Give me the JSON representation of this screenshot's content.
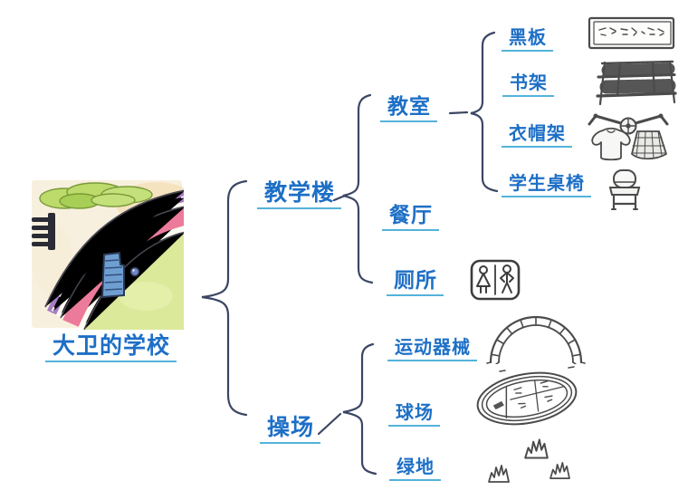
{
  "tree": {
    "root": {
      "label": "大卫的学校"
    },
    "branches": [
      {
        "label": "教学楼",
        "children": [
          {
            "label": "教室",
            "children": [
              {
                "label": "黑板"
              },
              {
                "label": "书架"
              },
              {
                "label": "衣帽架"
              },
              {
                "label": "学生桌椅"
              }
            ]
          },
          {
            "label": "餐厅"
          },
          {
            "label": "厕所"
          }
        ]
      },
      {
        "label": "操场",
        "children": [
          {
            "label": "运动器械"
          },
          {
            "label": "球场"
          },
          {
            "label": "绿地"
          }
        ]
      }
    ]
  },
  "icons": {
    "root_image": "school-track-watercolor",
    "blackboard": "blackboard-sketch",
    "bookshelf": "bookshelf-sketch",
    "coat_rack": "coat-rack-sketch",
    "desk_chair": "chair-sketch",
    "toilet": "toilet-sign-sketch",
    "equipment": "arch-climber-sketch",
    "court": "oval-courts-sketch",
    "green": "grass-tufts-sketch"
  },
  "colors": {
    "label_text": "#1d6fc6",
    "underline": "#54b3da",
    "brace": "#3b4663",
    "sketch_gray": "#4b4b4b",
    "track_pink": "#ec7b9b",
    "track_purple": "#a87cc4",
    "field_green": "#dbe99a",
    "bush_green": "#bcdb6b",
    "background": "#ffffff"
  }
}
